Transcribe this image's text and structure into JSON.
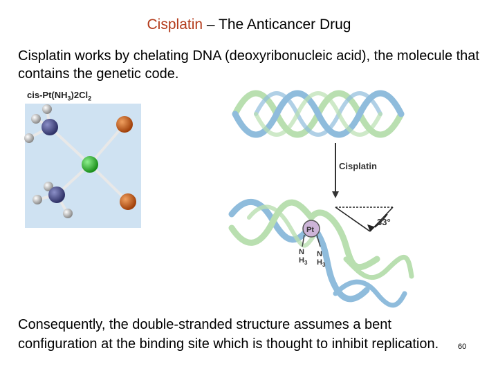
{
  "slide": {
    "title_drug": "Cisplatin",
    "title_rest": " – The Anticancer Drug",
    "intro": "Cisplatin works by chelating DNA (deoxyribonucleic acid), the molecule that contains the genetic code.",
    "outro": "Consequently, the double-stranded structure assumes a bent configuration at the binding site which is thought to inhibit replication.",
    "page_number": "60"
  },
  "molecule": {
    "formula_prefix": "cis-Pt(NH",
    "formula_sub1": "3",
    "formula_mid": ")2Cl",
    "formula_sub2": "2"
  },
  "dna": {
    "arrow_label": "Cisplatin",
    "angle_label": "33°",
    "pt_label": "Pt",
    "n1": "N",
    "h1": "H",
    "h1_sub": "3",
    "n2": "N",
    "h2": "H",
    "h2_sub": "3"
  },
  "colors": {
    "title_accent": "#b33a1a",
    "strand_blue": "#8fbcdc",
    "strand_green": "#b9dfb0",
    "platinum": "#2cb52c",
    "chlorine": "#c8590f",
    "nitrogen": "#4a4f8a",
    "hydrogen": "#b8b8b8",
    "molecule_bg": "#cfe2f2"
  }
}
